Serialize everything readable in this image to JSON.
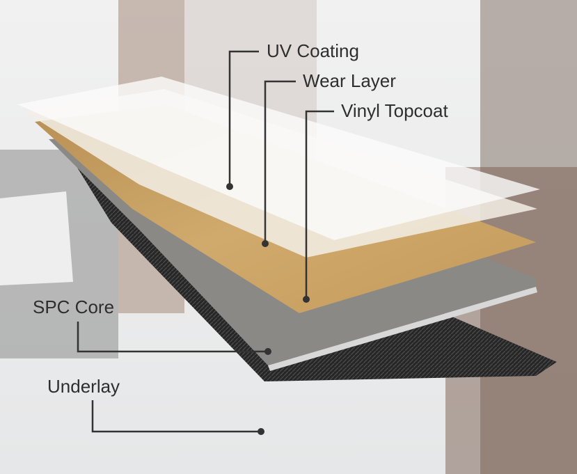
{
  "diagram": {
    "layers": [
      {
        "label": "UV Coating"
      },
      {
        "label": "Wear Layer"
      },
      {
        "label": "Vinyl Topcoat"
      },
      {
        "label": "SPC Core"
      },
      {
        "label": "Underlay"
      }
    ],
    "colors": {
      "label_text": "#2e2e2e",
      "leader_line": "#333333",
      "wood": "#c79f62",
      "core": "#8c8a86",
      "underlay": "#2a2a2a"
    }
  }
}
